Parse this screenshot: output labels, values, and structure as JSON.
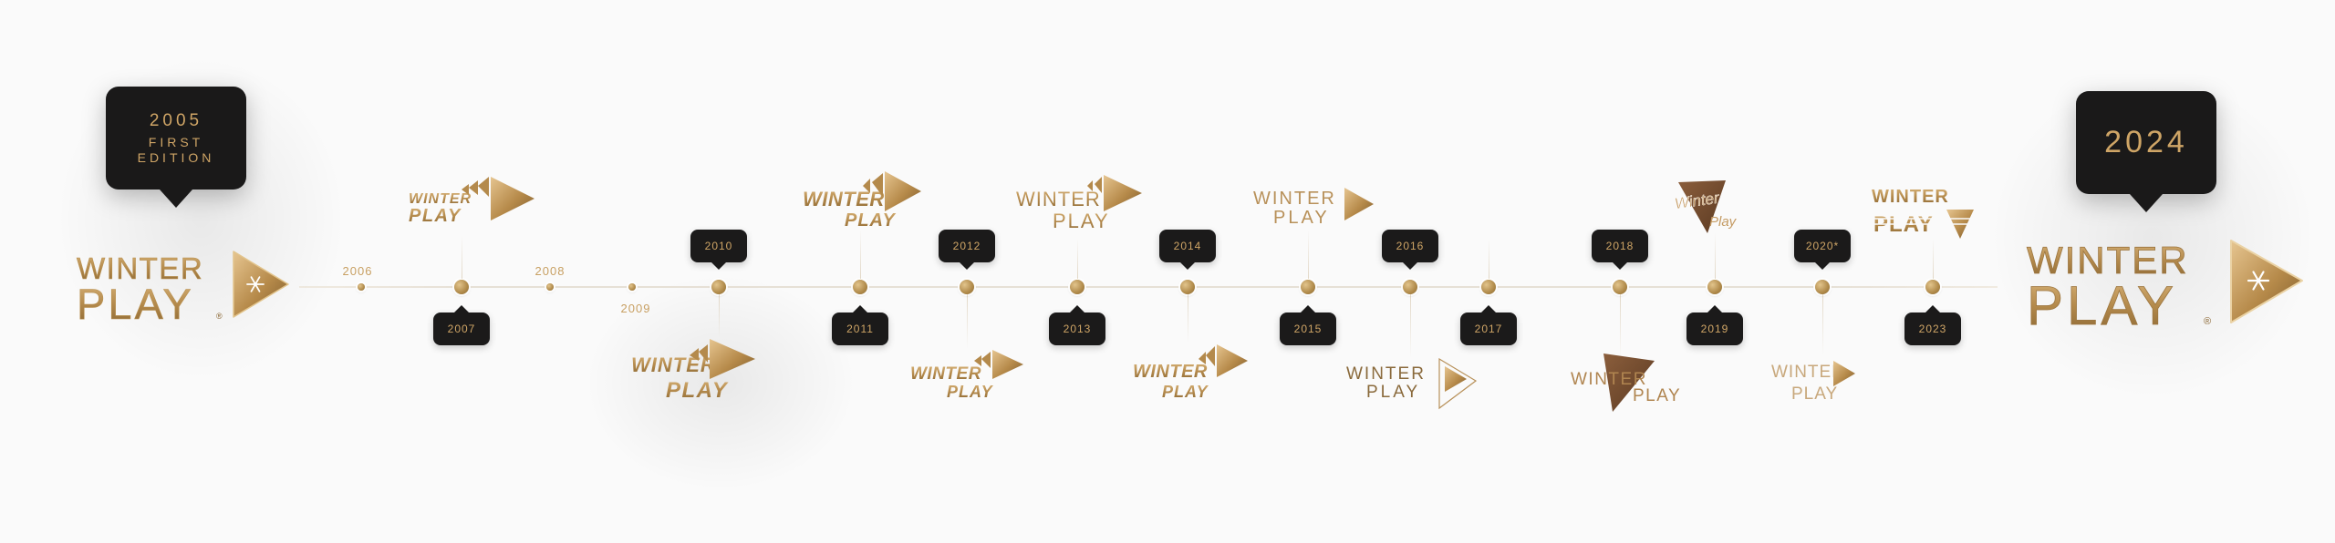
{
  "first_edition": {
    "year": "2005",
    "label_line1": "FIRST",
    "label_line2": "EDITION"
  },
  "current_edition": {
    "year": "2024"
  },
  "brand": {
    "word1": "WINTER",
    "word2": "PLAY",
    "registered": "®",
    "script_word1": "Winter",
    "script_word2": "Play"
  },
  "timeline": {
    "plain_years": [
      "2006",
      "2008",
      "2009"
    ],
    "tagged_years": [
      "2007",
      "2010",
      "2011",
      "2012",
      "2013",
      "2014",
      "2015",
      "2016",
      "2017",
      "2018",
      "2019",
      "2020*",
      "2023"
    ]
  },
  "colors": {
    "gold": "#c8a063",
    "gold_dark": "#8a6632",
    "bubble": "#1b1a1a",
    "background": "#fafafa"
  },
  "icons": [
    "play-triangle-icon",
    "snowflake-icon",
    "fast-forward-chevrons-icon"
  ]
}
